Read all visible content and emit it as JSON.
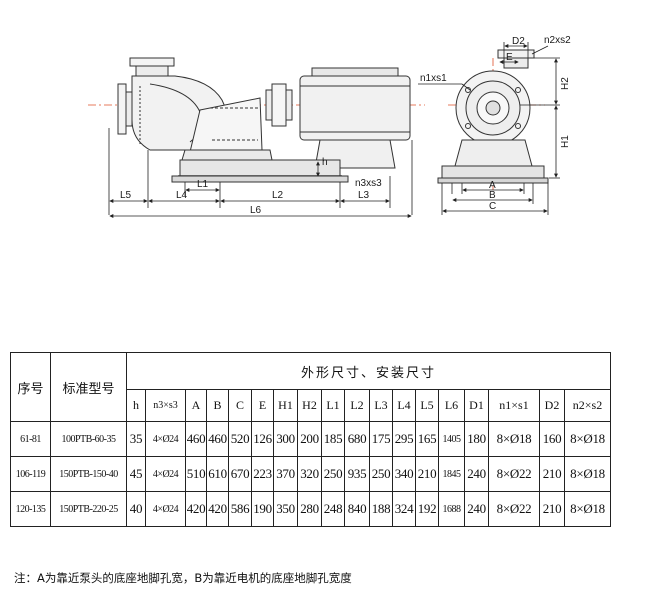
{
  "drawing": {
    "labels": {
      "L1": "L1",
      "L2": "L2",
      "L3": "L3",
      "L4": "L4",
      "L5": "L5",
      "L6": "L6",
      "h": "h",
      "n3xs3": "n3xs3",
      "n1xs1": "n1xs1",
      "n2xs2": "n2xs2",
      "D2": "D2",
      "E": "E",
      "H1": "H1",
      "H2": "H2",
      "A": "A",
      "B": "B",
      "C": "C"
    }
  },
  "table": {
    "col_seq": "序号",
    "col_model": "标准型号",
    "group_title": "外形尺寸、安装尺寸",
    "dims": [
      "h",
      "n3×s3",
      "A",
      "B",
      "C",
      "E",
      "H1",
      "H2",
      "L1",
      "L2",
      "L3",
      "L4",
      "L5",
      "L6",
      "D1",
      "n1×s1",
      "D2",
      "n2×s2"
    ],
    "rows": [
      {
        "seq": "61-81",
        "model": "100PTB-60-35",
        "values": [
          "35",
          "4×Ø24",
          "460",
          "460",
          "520",
          "126",
          "300",
          "200",
          "185",
          "680",
          "175",
          "295",
          "165",
          "1405",
          "180",
          "8×Ø18",
          "160",
          "8×Ø18"
        ]
      },
      {
        "seq": "106-119",
        "model": "150PTB-150-40",
        "values": [
          "45",
          "4×Ø24",
          "510",
          "610",
          "670",
          "223",
          "370",
          "320",
          "250",
          "935",
          "250",
          "340",
          "210",
          "1845",
          "240",
          "8×Ø22",
          "210",
          "8×Ø18"
        ]
      },
      {
        "seq": "120-135",
        "model": "150PTB-220-25",
        "values": [
          "40",
          "4×Ø24",
          "420",
          "420",
          "586",
          "190",
          "350",
          "280",
          "248",
          "840",
          "188",
          "324",
          "192",
          "1688",
          "240",
          "8×Ø22",
          "210",
          "8×Ø18"
        ]
      }
    ]
  },
  "note": "注：A为靠近泵头的底座地脚孔宽，B为靠近电机的底座地脚孔宽度"
}
